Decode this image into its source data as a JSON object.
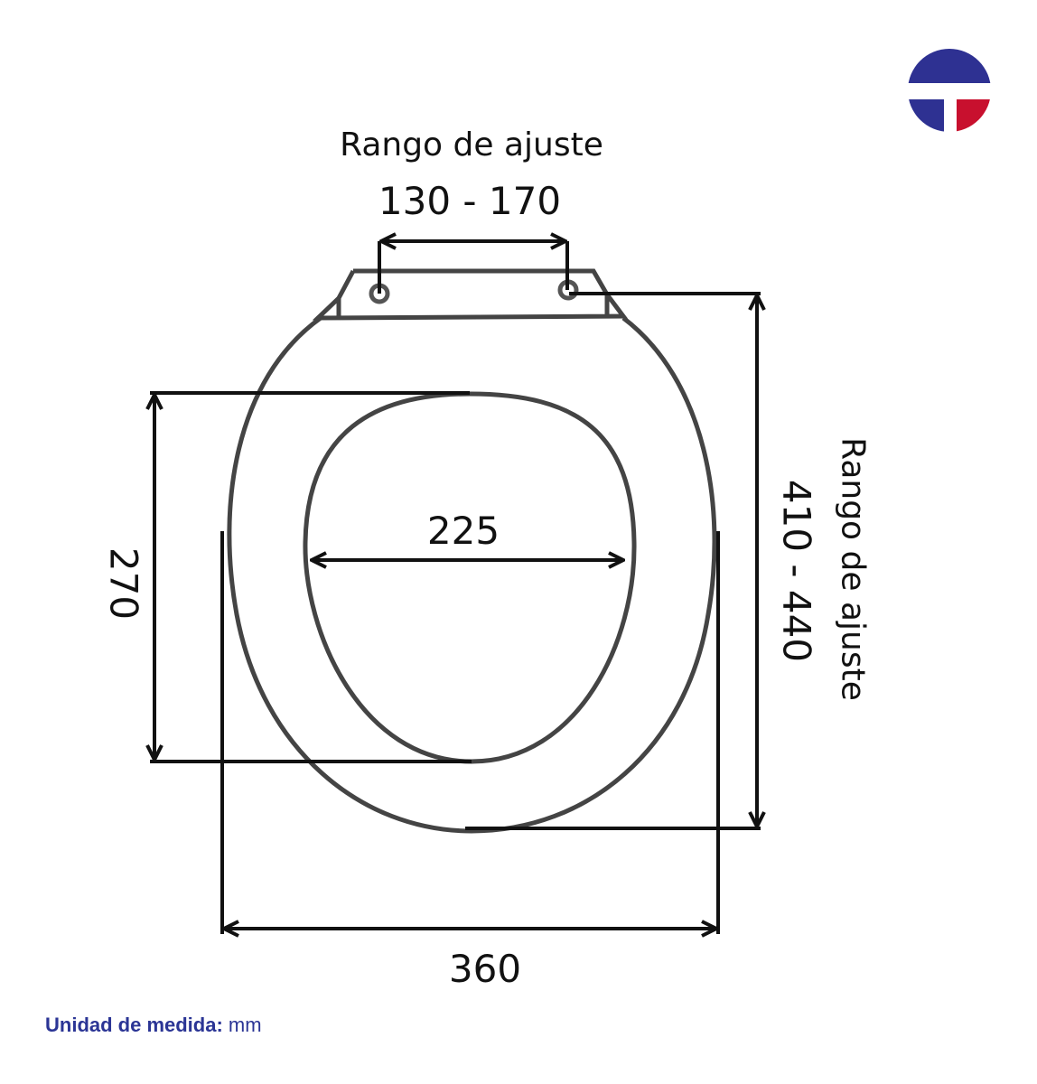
{
  "logo": {
    "name": "T brand logo",
    "colors": {
      "blue": "#2e3192",
      "red": "#c8102e"
    }
  },
  "diagram": {
    "hinge_label": "Rango de ajuste",
    "hinge_range": "130 - 170",
    "length_label": "Rango de ajuste",
    "length_range": "410 - 440",
    "inner_width": "225",
    "inner_length": "270",
    "outer_width": "360"
  },
  "footer": {
    "label": "Unidad de medida:",
    "unit": "mm"
  }
}
